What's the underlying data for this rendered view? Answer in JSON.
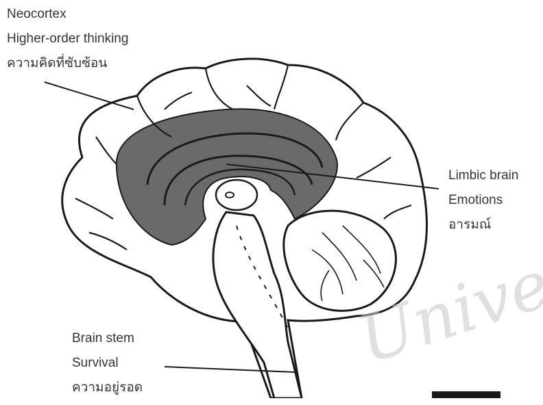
{
  "labels": {
    "neocortex": {
      "title": "Neocortex",
      "function": "Higher-order thinking",
      "thai": "ความคิดที่ซับซ้อน"
    },
    "limbic": {
      "title": "Limbic brain",
      "function": "Emotions",
      "thai": "อารมณ์"
    },
    "brainstem": {
      "title": "Brain stem",
      "function": "Survival",
      "thai": "ความอยู่รอด"
    }
  },
  "watermark": "Unive",
  "colors": {
    "line": "#1a1a1a",
    "limbic_fill": "#6a6a6a",
    "label_text": "#333333",
    "watermark": "#c8c8c8"
  }
}
